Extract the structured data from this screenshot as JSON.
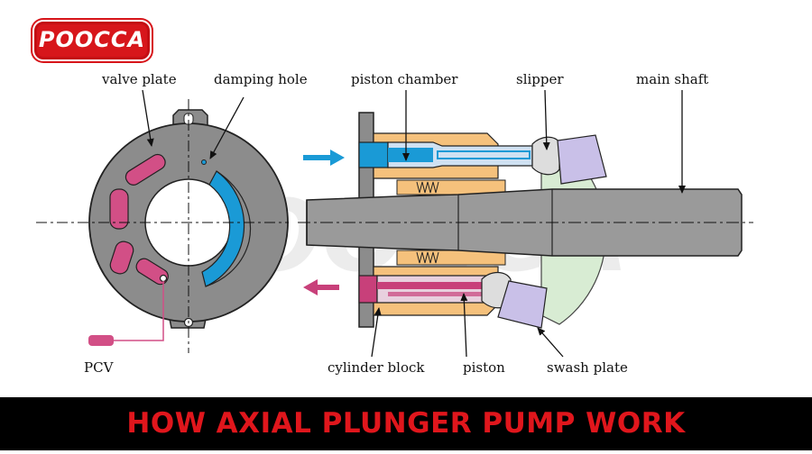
{
  "brand": {
    "logo_text": "POOCCA",
    "watermark_text": "POOCCA"
  },
  "labels": {
    "valve_plate": "valve plate",
    "damping_hole": "damping hole",
    "piston_chamber": "piston chamber",
    "slipper": "slipper",
    "main_shaft": "main shaft",
    "pcv": "PCV",
    "cylinder_block": "cylinder block",
    "piston": "piston",
    "swash_plate": "swash plate"
  },
  "footer": {
    "title": "HOW AXIAL PLUNGER PUMP WORK"
  },
  "colors": {
    "brand_red": "#d7161b",
    "plate_gray": "#8c8c8c",
    "block_orange": "#f5c17c",
    "low_pressure_blue": "#1a9ad6",
    "high_pressure_pink": "#c8407a",
    "swash_purple": "#c9c0e8",
    "swash_green": "#d8ecd3"
  }
}
